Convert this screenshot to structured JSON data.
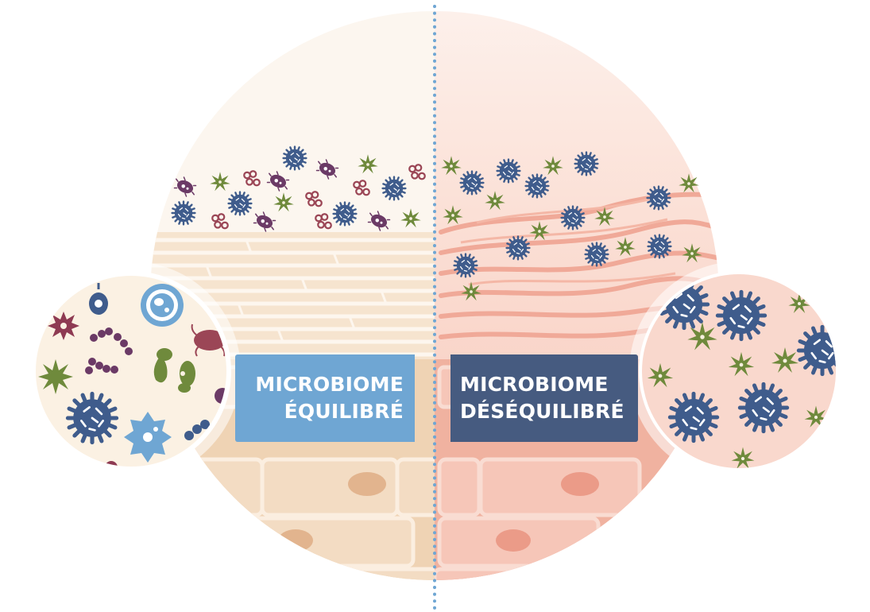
{
  "labels": {
    "balanced": {
      "line1": "MICROBIOME",
      "line2": "ÉQUILIBRÉ"
    },
    "unbalanced": {
      "line1": "MICROBIOME",
      "line2": "DÉSÉQUILIBRÉ"
    }
  },
  "colors": {
    "balanced_label": "#6fa6d3",
    "unbalanced_label": "#465b80",
    "divider": "#6fa6d3",
    "healthy_skin": "#f3dcc3",
    "inflamed_skin": "#f6c2b4",
    "cocci_blue": "#3f5c8c",
    "star_green": "#6f8a3c",
    "rod_purple": "#6b3a66",
    "chain_red": "#9b4656"
  },
  "icons": [
    "cocci-icon",
    "star-microbe-icon",
    "rod-bacteria-icon",
    "chain-bacteria-icon",
    "spore-icon",
    "amoeba-icon",
    "fungus-icon",
    "mite-icon"
  ]
}
